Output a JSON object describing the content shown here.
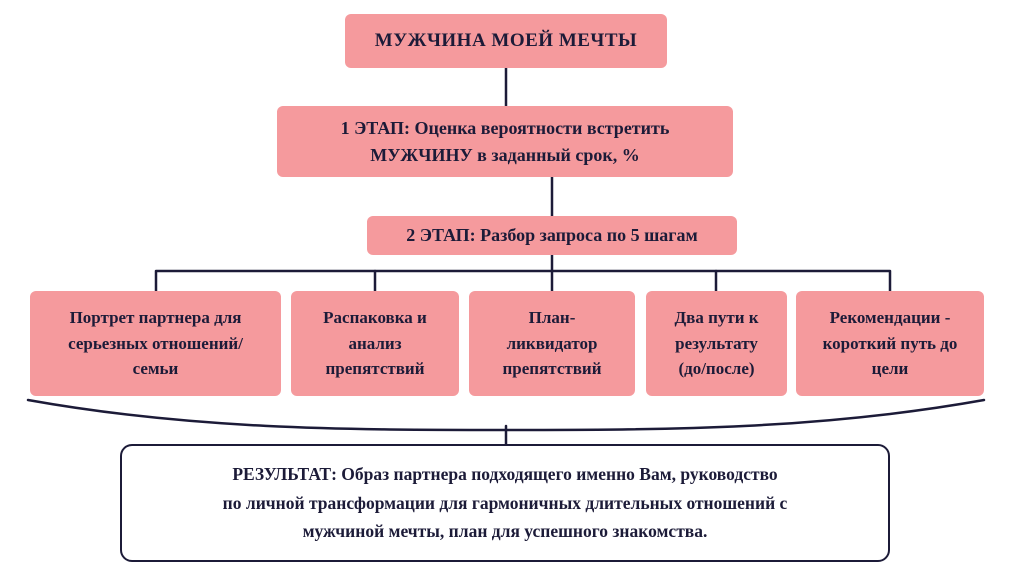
{
  "diagram": {
    "title": "МУЖЧИНА МОЕЙ МЕЧТЫ",
    "stage1": [
      "1 ЭТАП: Оценка вероятности встретить",
      "МУЖЧИНУ в заданный срок, %"
    ],
    "stage2": "2 ЭТАП: Разбор запроса по 5 шагам",
    "steps": [
      [
        "Портрет партнера для",
        "серьезных отношений/",
        "семьи"
      ],
      [
        "Распаковка и",
        "анализ",
        "препятствий"
      ],
      [
        "План-",
        "ликвидатор",
        "препятствий"
      ],
      [
        "Два пути к",
        "результату",
        "(до/после)"
      ],
      [
        "Рекомендации -",
        "короткий путь до",
        "цели"
      ]
    ],
    "result": [
      "РЕЗУЛЬТАТ:  Образ партнера подходящего именно Вам, руководство",
      "по личной трансформации для гармоничных длительных отношений с",
      "мужчиной мечты, план для успешного знакомства."
    ],
    "colors": {
      "box_fill": "#F59A9D",
      "text": "#1C1B38",
      "line": "#1C1B38",
      "result_background": "#FFFFFF",
      "result_border": "#1C1B38",
      "background": "#FFFFFF"
    }
  }
}
